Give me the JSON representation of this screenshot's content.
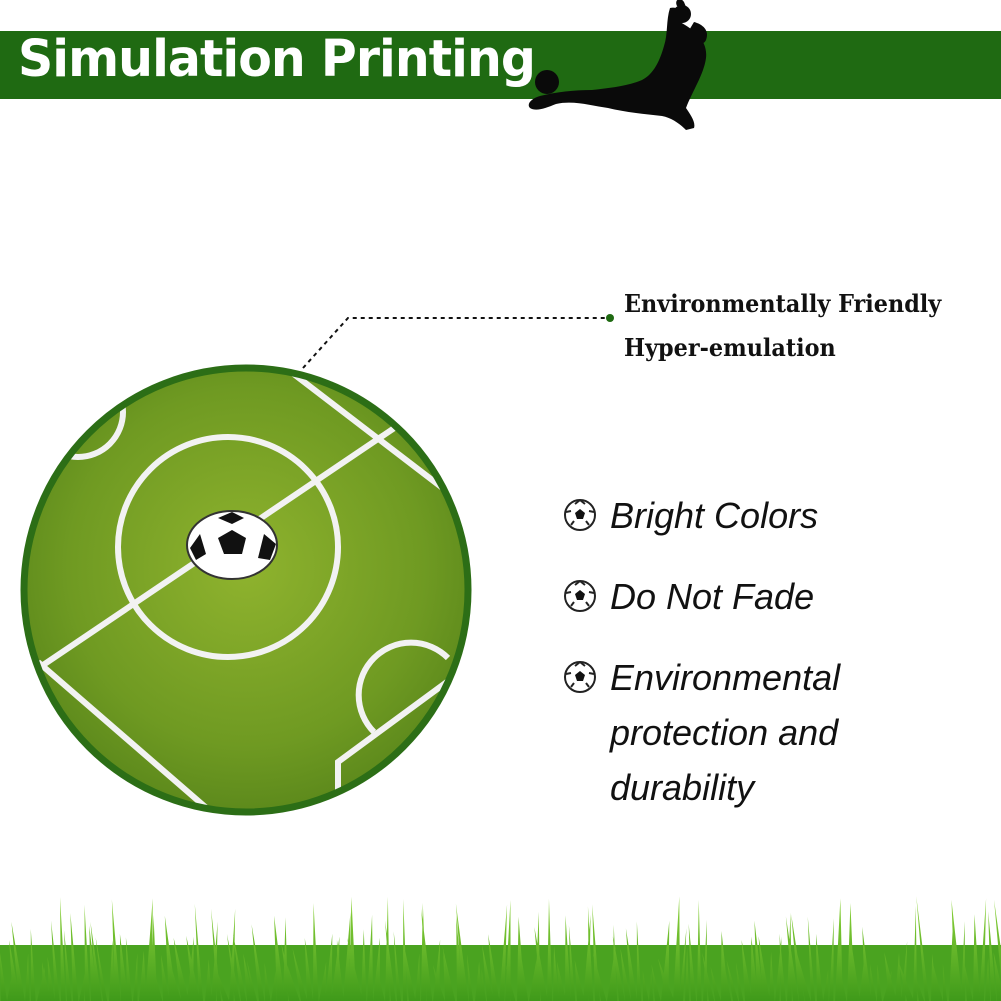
{
  "header": {
    "title": "Simulation Printing",
    "band_color": "#1f6a12",
    "silhouette_icon": "player-bicycle-kick-icon"
  },
  "callout": {
    "lines": [
      "Environmentally Friendly",
      "Hyper-emulation"
    ],
    "dot_color": "#1f6a12"
  },
  "pitch": {
    "image": "football-pitch-closeup",
    "border_color": "#2c6e16"
  },
  "features": [
    {
      "icon": "soccer-ball-icon",
      "text": "Bright Colors"
    },
    {
      "icon": "soccer-ball-icon",
      "text": "Do Not Fade"
    },
    {
      "icon": "soccer-ball-icon",
      "text": "Environmental protection and durability"
    }
  ],
  "footer": {
    "image": "grass-strip"
  }
}
